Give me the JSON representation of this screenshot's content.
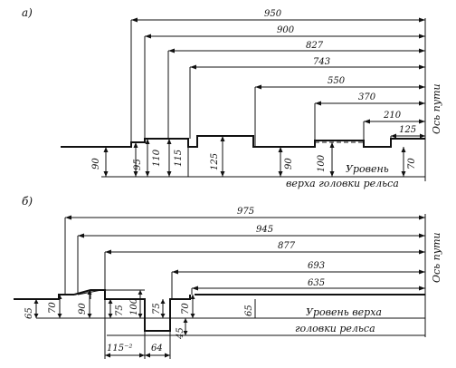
{
  "panel_a": {
    "label": "а)",
    "horizontal_dims": [
      "950",
      "900",
      "827",
      "743",
      "550",
      "370",
      "210",
      "125"
    ],
    "vertical_dims": [
      "90",
      "95",
      "110",
      "115",
      "125",
      "90",
      "100",
      "70"
    ],
    "axis_label": "Ось пути",
    "level_line1": "Уровень",
    "level_line2": "верха головки рельса"
  },
  "panel_b": {
    "label": "б)",
    "horizontal_dims": [
      "975",
      "945",
      "877",
      "693",
      "635"
    ],
    "vertical_dims": [
      "65",
      "70",
      "90",
      "75",
      "100",
      "75",
      "70",
      "45",
      "65"
    ],
    "bottom_dims": [
      "115⁻²",
      "64"
    ],
    "axis_label": "Ось пути",
    "level_line1": "Уровень верха",
    "level_line2": "головки рельса"
  }
}
